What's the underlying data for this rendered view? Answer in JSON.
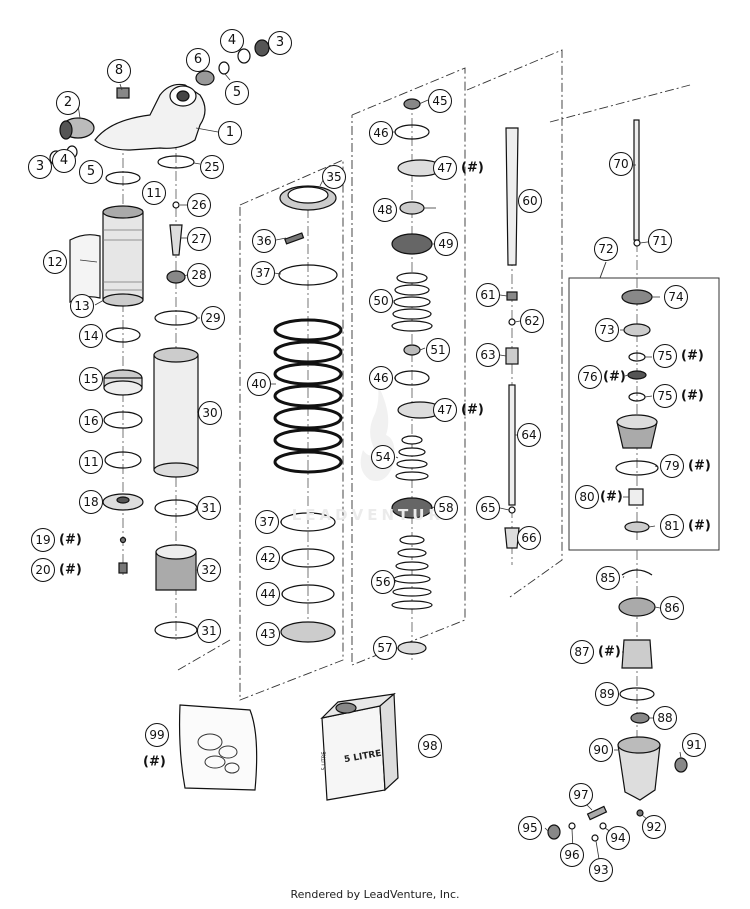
{
  "diagram": {
    "footer": "Rendered by LeadVenture, Inc.",
    "watermark": "LEADVENTURE",
    "oil_can_text": "5 LITRE",
    "oil_can_small_text": "5 LITRE",
    "note_marker": "(#)",
    "callouts": [
      {
        "id": "1",
        "label": "1"
      },
      {
        "id": "2",
        "label": "2"
      },
      {
        "id": "3a",
        "label": "3"
      },
      {
        "id": "3b",
        "label": "3"
      },
      {
        "id": "4a",
        "label": "4"
      },
      {
        "id": "4b",
        "label": "4"
      },
      {
        "id": "5a",
        "label": "5"
      },
      {
        "id": "5b",
        "label": "5"
      },
      {
        "id": "6",
        "label": "6"
      },
      {
        "id": "8",
        "label": "8"
      },
      {
        "id": "11a",
        "label": "11"
      },
      {
        "id": "11b",
        "label": "11"
      },
      {
        "id": "12",
        "label": "12"
      },
      {
        "id": "13",
        "label": "13"
      },
      {
        "id": "14",
        "label": "14"
      },
      {
        "id": "15",
        "label": "15"
      },
      {
        "id": "16",
        "label": "16"
      },
      {
        "id": "18",
        "label": "18"
      },
      {
        "id": "19",
        "label": "19"
      },
      {
        "id": "20",
        "label": "20"
      },
      {
        "id": "25",
        "label": "25"
      },
      {
        "id": "26",
        "label": "26"
      },
      {
        "id": "27",
        "label": "27"
      },
      {
        "id": "28",
        "label": "28"
      },
      {
        "id": "29",
        "label": "29"
      },
      {
        "id": "30",
        "label": "30"
      },
      {
        "id": "31a",
        "label": "31"
      },
      {
        "id": "31b",
        "label": "31"
      },
      {
        "id": "32",
        "label": "32"
      },
      {
        "id": "35",
        "label": "35"
      },
      {
        "id": "36",
        "label": "36"
      },
      {
        "id": "37a",
        "label": "37"
      },
      {
        "id": "37b",
        "label": "37"
      },
      {
        "id": "40",
        "label": "40"
      },
      {
        "id": "42",
        "label": "42"
      },
      {
        "id": "43",
        "label": "43"
      },
      {
        "id": "44",
        "label": "44"
      },
      {
        "id": "45",
        "label": "45"
      },
      {
        "id": "46a",
        "label": "46"
      },
      {
        "id": "46b",
        "label": "46"
      },
      {
        "id": "47a",
        "label": "47"
      },
      {
        "id": "47b",
        "label": "47"
      },
      {
        "id": "48",
        "label": "48"
      },
      {
        "id": "49",
        "label": "49"
      },
      {
        "id": "50",
        "label": "50"
      },
      {
        "id": "51",
        "label": "51"
      },
      {
        "id": "54",
        "label": "54"
      },
      {
        "id": "56",
        "label": "56"
      },
      {
        "id": "57",
        "label": "57"
      },
      {
        "id": "58",
        "label": "58"
      },
      {
        "id": "60",
        "label": "60"
      },
      {
        "id": "61",
        "label": "61"
      },
      {
        "id": "62",
        "label": "62"
      },
      {
        "id": "63",
        "label": "63"
      },
      {
        "id": "64",
        "label": "64"
      },
      {
        "id": "65",
        "label": "65"
      },
      {
        "id": "66",
        "label": "66"
      },
      {
        "id": "70",
        "label": "70"
      },
      {
        "id": "71",
        "label": "71"
      },
      {
        "id": "72",
        "label": "72"
      },
      {
        "id": "73",
        "label": "73"
      },
      {
        "id": "74",
        "label": "74"
      },
      {
        "id": "75a",
        "label": "75"
      },
      {
        "id": "75b",
        "label": "75"
      },
      {
        "id": "76",
        "label": "76"
      },
      {
        "id": "79",
        "label": "79"
      },
      {
        "id": "80",
        "label": "80"
      },
      {
        "id": "81",
        "label": "81"
      },
      {
        "id": "85",
        "label": "85"
      },
      {
        "id": "86",
        "label": "86"
      },
      {
        "id": "87",
        "label": "87"
      },
      {
        "id": "88",
        "label": "88"
      },
      {
        "id": "89",
        "label": "89"
      },
      {
        "id": "90",
        "label": "90"
      },
      {
        "id": "91",
        "label": "91"
      },
      {
        "id": "92",
        "label": "92"
      },
      {
        "id": "93",
        "label": "93"
      },
      {
        "id": "94",
        "label": "94"
      },
      {
        "id": "95",
        "label": "95"
      },
      {
        "id": "96",
        "label": "96"
      },
      {
        "id": "97",
        "label": "97"
      },
      {
        "id": "98",
        "label": "98"
      },
      {
        "id": "99",
        "label": "99"
      }
    ],
    "notes": [
      {
        "id": "19",
        "text": "(#)"
      },
      {
        "id": "20",
        "text": "(#)"
      },
      {
        "id": "47a",
        "text": "(#)"
      },
      {
        "id": "47b",
        "text": "(#)"
      },
      {
        "id": "75a",
        "text": "(#)"
      },
      {
        "id": "75b",
        "text": "(#)"
      },
      {
        "id": "76",
        "text": "(#)"
      },
      {
        "id": "79",
        "text": "(#)"
      },
      {
        "id": "80",
        "text": "(#)"
      },
      {
        "id": "81",
        "text": "(#)"
      },
      {
        "id": "87",
        "text": "(#)"
      },
      {
        "id": "99",
        "text": "(#)"
      }
    ]
  }
}
